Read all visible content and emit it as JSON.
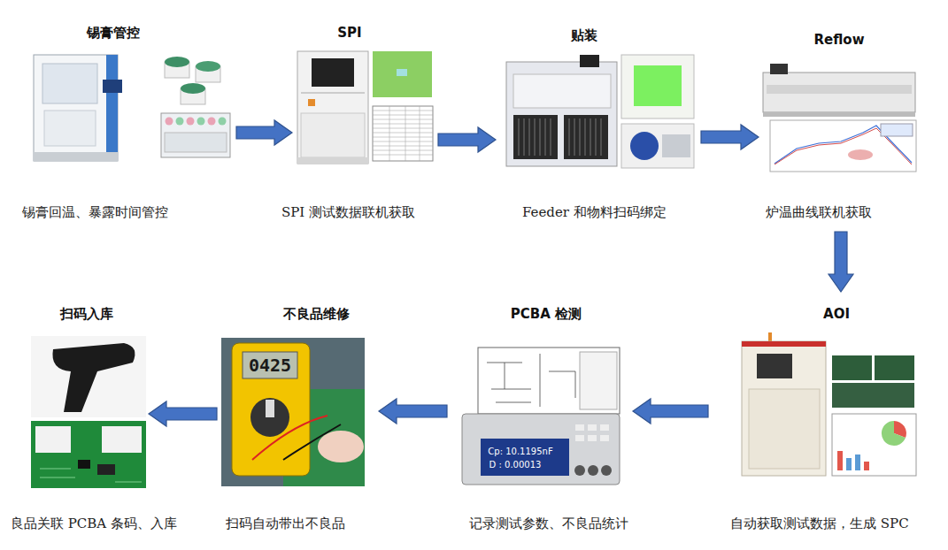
{
  "diagram": {
    "nodes": [
      {
        "text": [
          "锡膏管控",
          "锡膏回温、暴露时间管控"
        ]
      },
      {
        "text": [
          "SPI",
          "SPI 测试数据联机获取"
        ]
      },
      {
        "text": [
          "贴装",
          "Feeder 和物料扫码绑定"
        ]
      },
      {
        "text": [
          "Reflow",
          "炉温曲线联机获取"
        ]
      },
      {
        "text": [
          "AOI",
          "自动获取测试数据，生成 SPC"
        ]
      },
      {
        "text": [
          "PCBA 检测",
          "记录测试参数、不良品统计"
        ]
      },
      {
        "text": [
          "不良品维修",
          "扫码自动带出不良品"
        ]
      },
      {
        "text": [
          "扫码入库",
          "良品关联 PCBA 条码、入库"
        ]
      }
    ],
    "edges": [
      {
        "from": 0,
        "to": 1,
        "arrow": "to"
      },
      {
        "from": 1,
        "to": 2,
        "arrow": "to"
      },
      {
        "from": 2,
        "to": 3,
        "arrow": "to"
      },
      {
        "from": 3,
        "to": 4,
        "arrow": "to"
      },
      {
        "from": 4,
        "to": 5,
        "arrow": "to"
      },
      {
        "from": 5,
        "to": 6,
        "arrow": "to"
      },
      {
        "from": 6,
        "to": 7,
        "arrow": "to"
      }
    ],
    "labels": [
      "0425",
      "Cp: 10.1195nF",
      "D : 0.00013"
    ]
  }
}
